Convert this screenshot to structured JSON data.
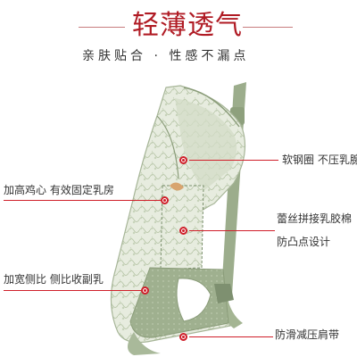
{
  "header": {
    "title": "轻薄透气",
    "subtitle": "亲肤贴合 · 性感不漏点"
  },
  "callouts": [
    {
      "side": "right",
      "text": "软钢圈 不压乳腺"
    },
    {
      "side": "left",
      "text": "加高鸡心 有效固定乳房"
    },
    {
      "side": "right",
      "text": "蕾丝拼接乳胶棉"
    },
    {
      "side": "right",
      "text": "防凸点设计"
    },
    {
      "side": "left",
      "text": "加宽侧比 侧比收副乳"
    },
    {
      "side": "right",
      "text": "防滑减压肩带"
    }
  ],
  "colors": {
    "accent": "#b01b24",
    "marker": "#d01f2a",
    "fabric": "#a8b89a",
    "lace": "#dfe6d4",
    "stitch": "#7a8f6c"
  }
}
